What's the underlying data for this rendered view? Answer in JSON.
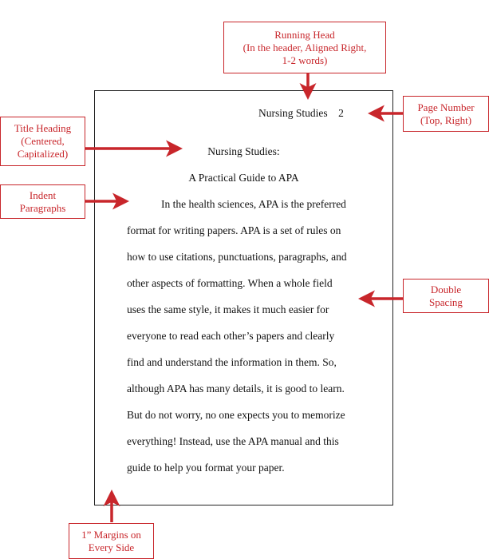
{
  "paper": {
    "running_head": "Nursing Studies",
    "page_number": "2",
    "title_line1": "Nursing Studies:",
    "title_line2": "A Practical Guide to APA",
    "body_lines": [
      "In the health sciences, APA is the preferred",
      "format for writing papers.  APA is a set of rules on",
      "how to use citations, punctuations, paragraphs, and",
      "other aspects of formatting.  When a whole field",
      "uses the same style, it makes it much easier for",
      "everyone to read each other’s papers and clearly",
      "find and understand the information in them.  So,",
      "although APA has many details, it is good to learn.",
      "But do not worry, no one expects you to memorize",
      "everything!  Instead, use the APA manual and this",
      "guide to help you format your paper."
    ]
  },
  "callouts": {
    "running_head": [
      "Running Head",
      "(In the header, Aligned Right,",
      "1-2 words)"
    ],
    "page_number": [
      "Page Number",
      "(Top, Right)"
    ],
    "title_heading": [
      "Title Heading",
      "(Centered,",
      "Capitalized)"
    ],
    "indent": [
      "Indent",
      "Paragraphs"
    ],
    "double_spacing": [
      "Double",
      "Spacing"
    ],
    "margins": [
      "1” Margins on",
      "Every Side"
    ]
  },
  "colors": {
    "accent": "#c8262b",
    "border": "#222222"
  }
}
